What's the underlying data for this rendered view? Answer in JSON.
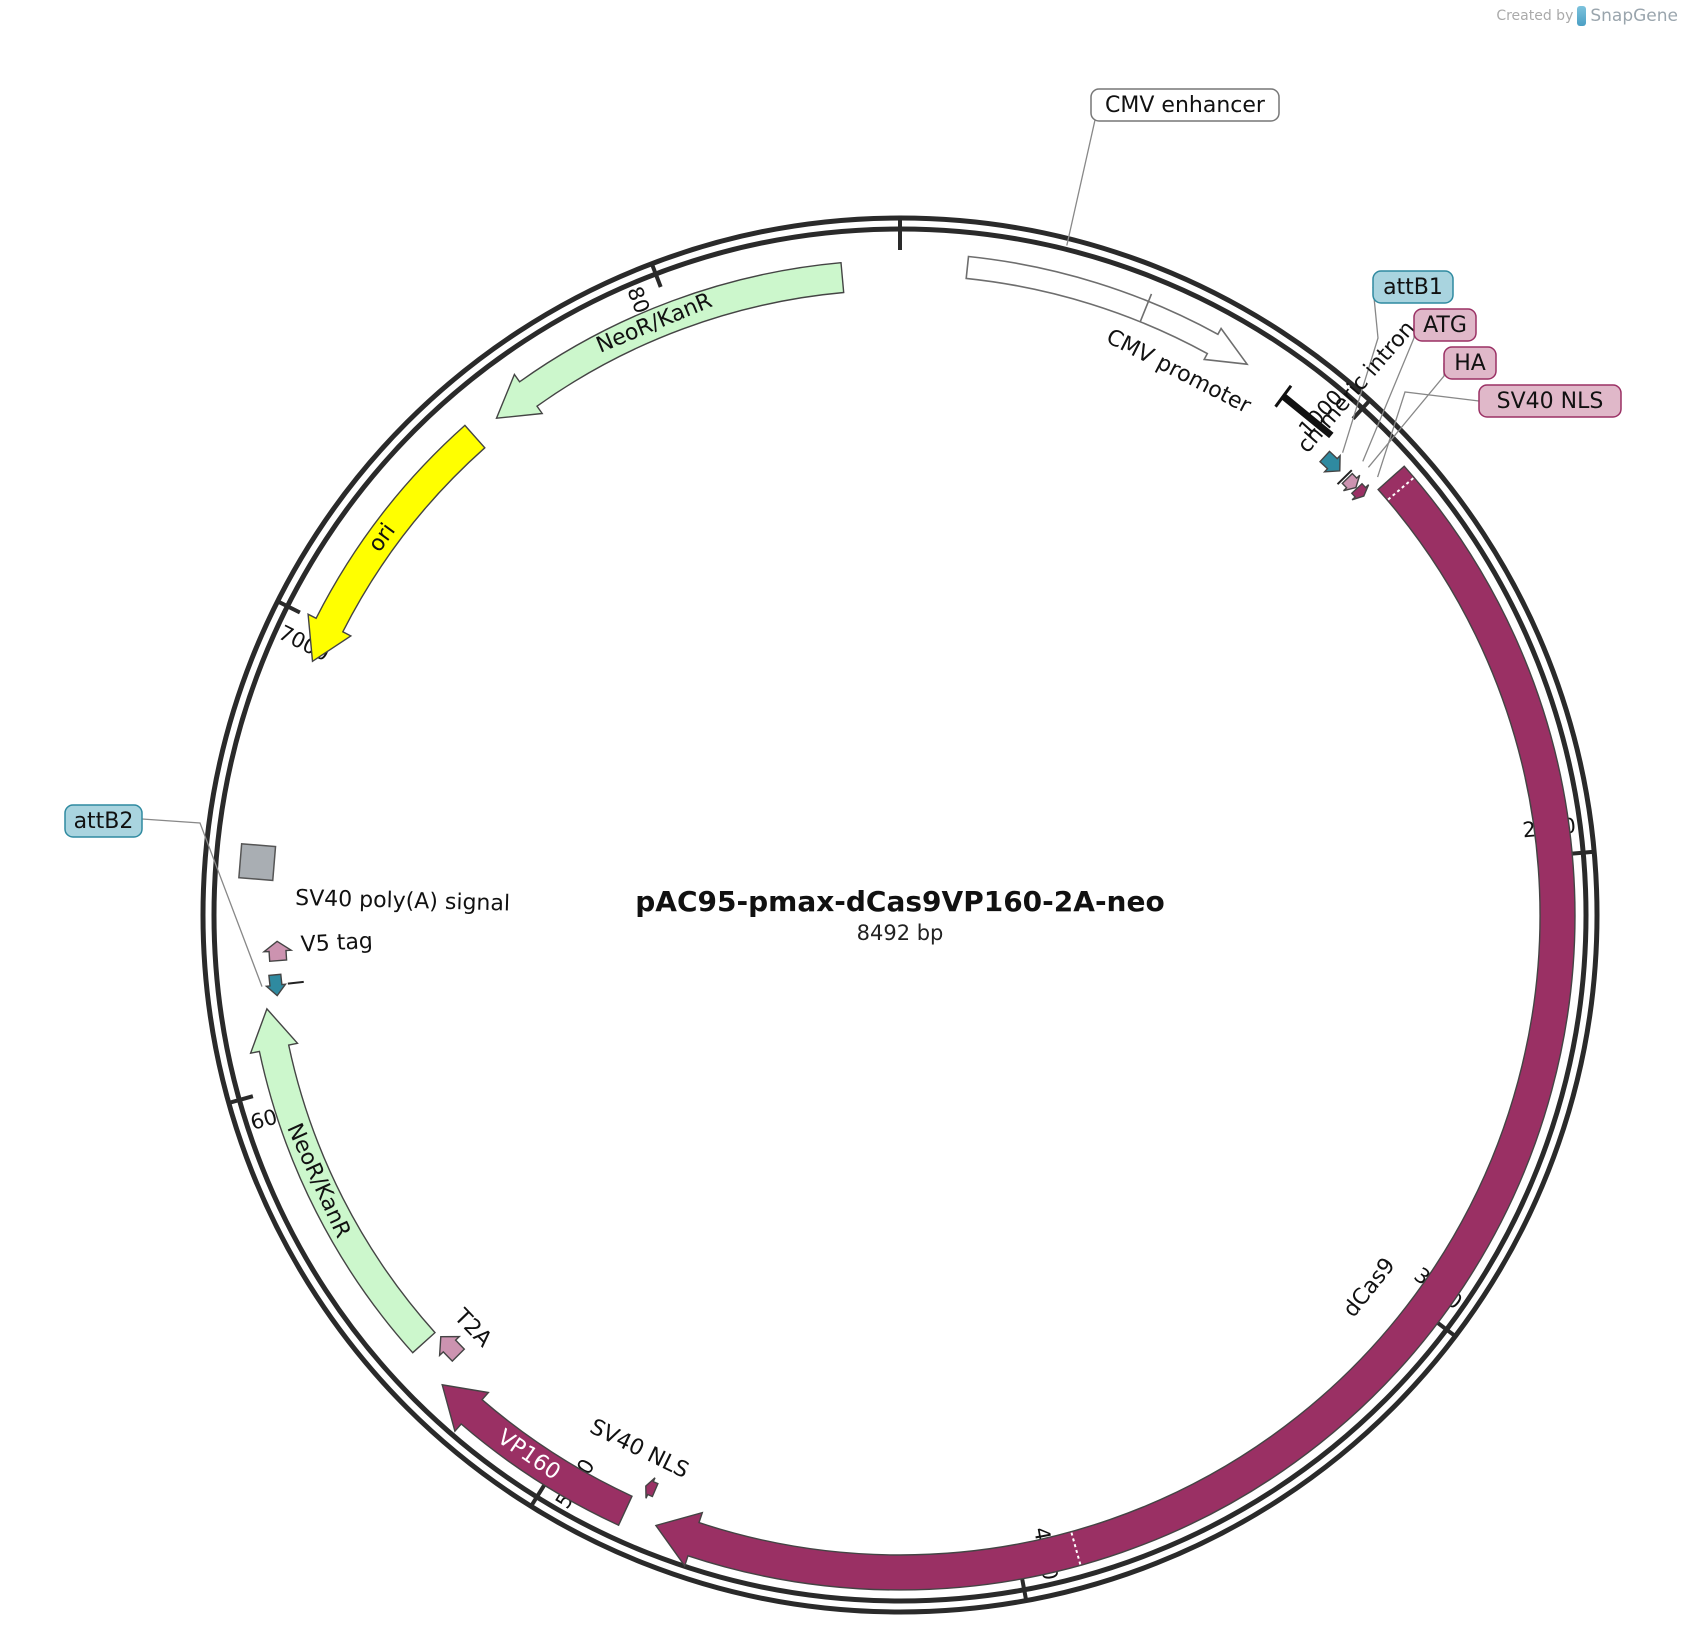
{
  "credit": {
    "prefix": "Created by",
    "brand": "SnapGene"
  },
  "plasmid": {
    "name": "pAC95-pmax-dCas9VP160-2A-neo",
    "size_label": "8492 bp",
    "length": 8492
  },
  "ticks": [
    {
      "pos": 1000,
      "label": "1000"
    },
    {
      "pos": 2000,
      "label": "2000"
    },
    {
      "pos": 3000,
      "label": "3000"
    },
    {
      "pos": 4000,
      "label": "4000"
    },
    {
      "pos": 5000,
      "label": "5000"
    },
    {
      "pos": 6000,
      "label": "6000"
    },
    {
      "pos": 7000,
      "label": "7000"
    },
    {
      "pos": 8000,
      "label": "8000"
    }
  ],
  "colors": {
    "cmv": "#ffffff",
    "neo": "#ccf7cc",
    "ori": "#ffff00",
    "cas9": "#9a3064",
    "pink": "#cc93b0",
    "teal": "#2f8aa0",
    "grey": "#a9aeb3",
    "black": "#111111",
    "label_teal_bg": "#a9d4df",
    "label_pink_bg": "#e0b8c9"
  },
  "features": [
    {
      "id": "cmv-enhancer",
      "name": "CMV enhancer",
      "start": 140,
      "end": 520,
      "strand": 0,
      "color": "#ffffff",
      "label": "none"
    },
    {
      "id": "cmv-promoter",
      "name": "CMV promoter",
      "start": 520,
      "end": 760,
      "strand": 1,
      "color": "#ffffff",
      "label": "outside"
    },
    {
      "id": "chimeric-intron",
      "name": "chimeric intron",
      "start": 860,
      "end": 990,
      "strand": 0,
      "color": "#111111",
      "label": "outside"
    },
    {
      "id": "attb1",
      "name": "attB1",
      "start": 1010,
      "end": 1055,
      "strand": 1,
      "color": "#2f8aa0",
      "label": "callout"
    },
    {
      "id": "atg",
      "name": "ATG",
      "start": 1072,
      "end": 1078,
      "strand": 0,
      "color": "#cc93b0",
      "label": "callout"
    },
    {
      "id": "ha",
      "name": "HA",
      "start": 1078,
      "end": 1105,
      "strand": 1,
      "color": "#cc93b0",
      "label": "callout"
    },
    {
      "id": "sv40-nls-1",
      "name": "SV40 NLS",
      "start": 1108,
      "end": 1130,
      "strand": 1,
      "color": "#9a3064",
      "label": "callout"
    },
    {
      "id": "dcas9",
      "name": "dCas9",
      "start": 1140,
      "end": 4760,
      "strand": 1,
      "color": "#9a3064",
      "label": "inside"
    },
    {
      "id": "sv40-nls-2",
      "name": "SV40 NLS",
      "start": 4790,
      "end": 4812,
      "strand": 1,
      "color": "#9a3064",
      "label": "outside"
    },
    {
      "id": "vp160",
      "name": "VP160",
      "start": 4830,
      "end": 5290,
      "strand": 1,
      "color": "#9a3064",
      "label": "on"
    },
    {
      "id": "t2a",
      "name": "T2A",
      "start": 5310,
      "end": 5365,
      "strand": 1,
      "color": "#cc93b0",
      "label": "outside"
    },
    {
      "id": "neor-1",
      "name": "NeoR/KanR",
      "start": 5380,
      "end": 6170,
      "strand": 1,
      "color": "#ccf7cc",
      "label": "on"
    },
    {
      "id": "attb2",
      "name": "attB2",
      "start": 6195,
      "end": 6240,
      "strand": -1,
      "color": "#2f8aa0",
      "label": "callout"
    },
    {
      "id": "v5-tag",
      "name": "V5 tag",
      "start": 6270,
      "end": 6312,
      "strand": 1,
      "color": "#cc93b0",
      "label": "outside"
    },
    {
      "id": "sv40-polya",
      "name": "SV40 poly(A) signal",
      "start": 6420,
      "end": 6540,
      "strand": 0,
      "color": "#a9aeb3",
      "label": "outside"
    },
    {
      "id": "ori",
      "name": "ori",
      "start": 6920,
      "end": 7510,
      "strand": -1,
      "color": "#ffff00",
      "label": "on"
    },
    {
      "id": "neor-2",
      "name": "NeoR/KanR",
      "start": 7570,
      "end": 8370,
      "strand": -1,
      "color": "#ccf7cc",
      "label": "on"
    }
  ]
}
